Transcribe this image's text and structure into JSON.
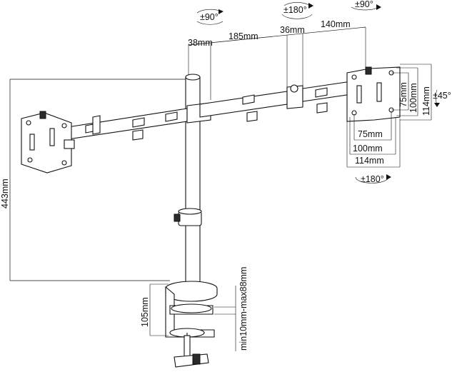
{
  "labels": {
    "height_443": "443mm",
    "clamp_105": "105mm",
    "clamp_range": "min10mm-max88mm",
    "seg_38": "38mm",
    "seg_185": "185mm",
    "seg_36": "36mm",
    "seg_140": "140mm",
    "vesa_75": "75mm",
    "vesa_100": "100mm",
    "vesa_114": "114mm",
    "rot_left_90": "±90°",
    "rot_mid_180": "±180°",
    "rot_right_90": "±90°",
    "tilt_45": "±45°",
    "swivel_180": "±180°"
  },
  "colors": {
    "line": "#111111",
    "background": "#ffffff"
  }
}
